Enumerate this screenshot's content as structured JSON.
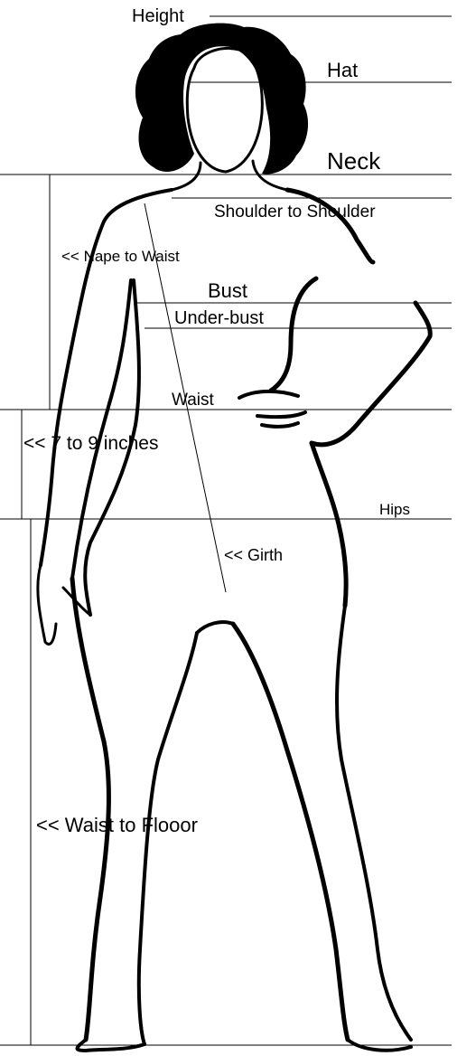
{
  "labels": {
    "height": "Height",
    "hat": "Hat",
    "neck": "Neck",
    "shoulder_to_shoulder": "Shoulder to Shoulder",
    "nape_to_waist": "<< Nape to Waist",
    "bust": "Bust",
    "under_bust": "Under-bust",
    "waist": "Waist",
    "seven_to_nine": "<< 7 to 9 inches",
    "hips": "Hips",
    "girth": "<< Girth",
    "waist_to_floor": "<< Waist to Flooor"
  },
  "colors": {
    "ink": "#000000",
    "background": "#ffffff"
  }
}
